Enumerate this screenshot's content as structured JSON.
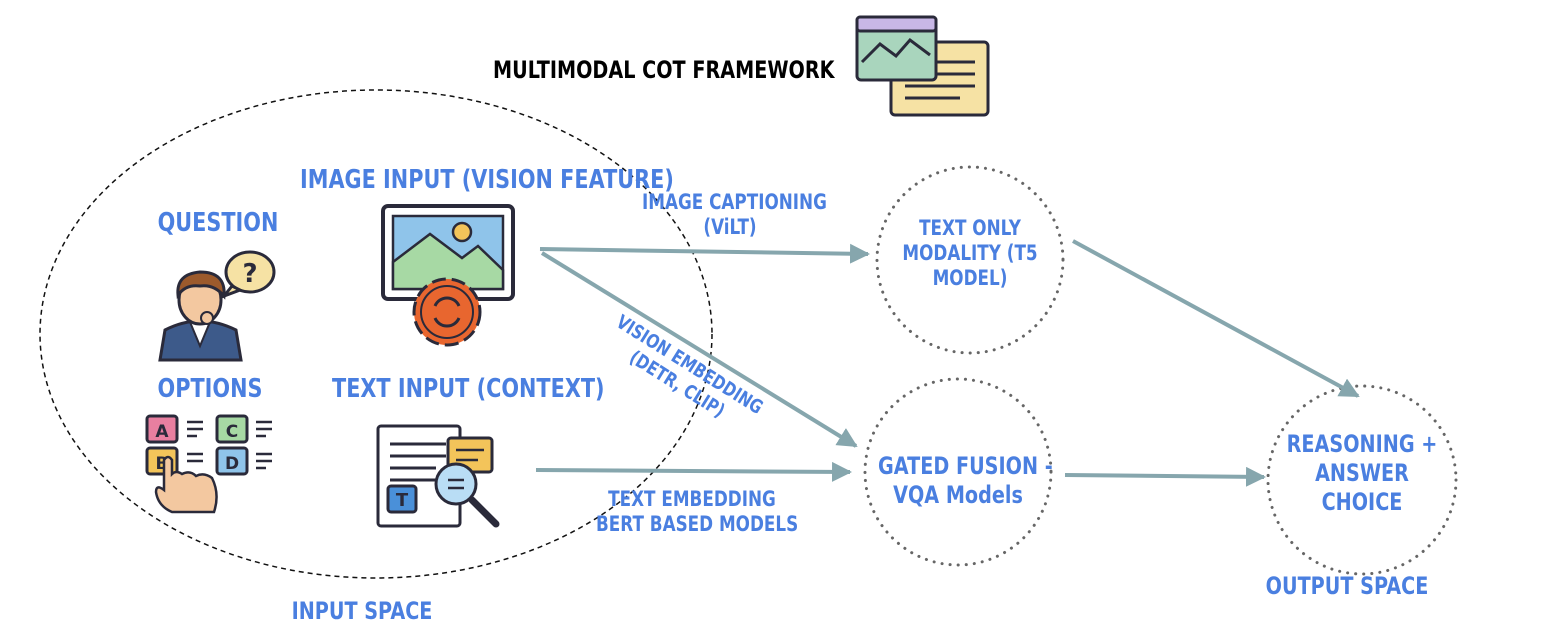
{
  "title": "MULTIMODAL COT FRAMEWORK",
  "input": {
    "question_label": "QUESTION",
    "options_label": "OPTIONS",
    "image_label": "IMAGE INPUT (VISION FEATURE)",
    "text_label": "TEXT INPUT (CONTEXT)",
    "space_label": "INPUT SPACE",
    "option_letters": [
      "A",
      "C",
      "B",
      "D"
    ],
    "text_icon_letter": "T",
    "question_mark": "?"
  },
  "edges": {
    "captioning": [
      "IMAGE CAPTIONING",
      "(ViLT)"
    ],
    "vision_embedding": [
      "VISION EMBEDDING",
      "(DETR, CLIP)"
    ],
    "text_embedding": [
      "TEXT EMBEDDING",
      "BERT BASED MODELS"
    ]
  },
  "nodes": {
    "text_only": [
      "TEXT ONLY",
      "MODALITY (T5",
      "MODEL)"
    ],
    "gated_fusion": [
      "GATED FUSION -",
      "VQA Models"
    ],
    "reasoning": [
      "REASONING +",
      "ANSWER",
      "CHOICE"
    ]
  },
  "output": {
    "space_label": "OUTPUT  SPACE"
  },
  "colors": {
    "label_blue": "#4a7fe0",
    "arrow": "#86a6ad",
    "dotted_circle": "#666666",
    "dashed_ellipse": "#111111"
  }
}
